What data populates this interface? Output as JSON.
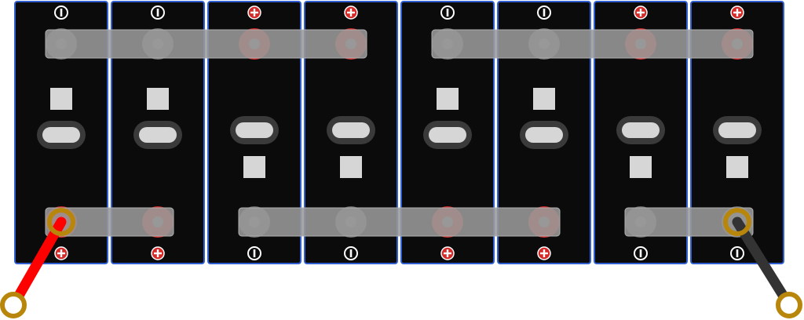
{
  "diagram": {
    "colors": {
      "background": "#ffffff",
      "cell_body": "#0b0b0b",
      "cell_border": "#2f5fd0",
      "terminal_positive": "#d42a2a",
      "terminal_negative": "#6a6a6a",
      "busbar": "#9a9a9a",
      "vent_pill": "#d6d6d6",
      "vent_pill_ring": "#3a3a3a",
      "square_marker": "#d6d6d6",
      "lug_ring": "#b8860b",
      "cable_positive": "#ff0000",
      "cable_negative": "#333333"
    },
    "cells": [
      {
        "id": "cell-1",
        "top_polarity": "negative",
        "bottom_polarity": "positive",
        "square_position": "upper"
      },
      {
        "id": "cell-2",
        "top_polarity": "negative",
        "bottom_polarity": "positive",
        "square_position": "upper"
      },
      {
        "id": "cell-3",
        "top_polarity": "positive",
        "bottom_polarity": "negative",
        "square_position": "lower"
      },
      {
        "id": "cell-4",
        "top_polarity": "positive",
        "bottom_polarity": "negative",
        "square_position": "lower"
      },
      {
        "id": "cell-5",
        "top_polarity": "negative",
        "bottom_polarity": "positive",
        "square_position": "upper"
      },
      {
        "id": "cell-6",
        "top_polarity": "negative",
        "bottom_polarity": "positive",
        "square_position": "upper"
      },
      {
        "id": "cell-7",
        "top_polarity": "positive",
        "bottom_polarity": "negative",
        "square_position": "lower"
      },
      {
        "id": "cell-8",
        "top_polarity": "positive",
        "bottom_polarity": "negative",
        "square_position": "lower"
      }
    ],
    "busbars": [
      {
        "id": "busbar-top-1",
        "side": "top",
        "from_cell": 1,
        "to_cell": 4
      },
      {
        "id": "busbar-top-2",
        "side": "top",
        "from_cell": 5,
        "to_cell": 8
      },
      {
        "id": "busbar-bottom-1",
        "side": "bottom",
        "from_cell": 1,
        "to_cell": 2
      },
      {
        "id": "busbar-bottom-2",
        "side": "bottom",
        "from_cell": 3,
        "to_cell": 6
      },
      {
        "id": "busbar-bottom-3",
        "side": "bottom",
        "from_cell": 7,
        "to_cell": 8
      }
    ],
    "output_cables": [
      {
        "id": "positive-output-cable",
        "polarity": "positive",
        "cell": 1,
        "direction": "down-left"
      },
      {
        "id": "negative-output-cable",
        "polarity": "negative",
        "cell": 8,
        "direction": "down-right"
      }
    ]
  }
}
